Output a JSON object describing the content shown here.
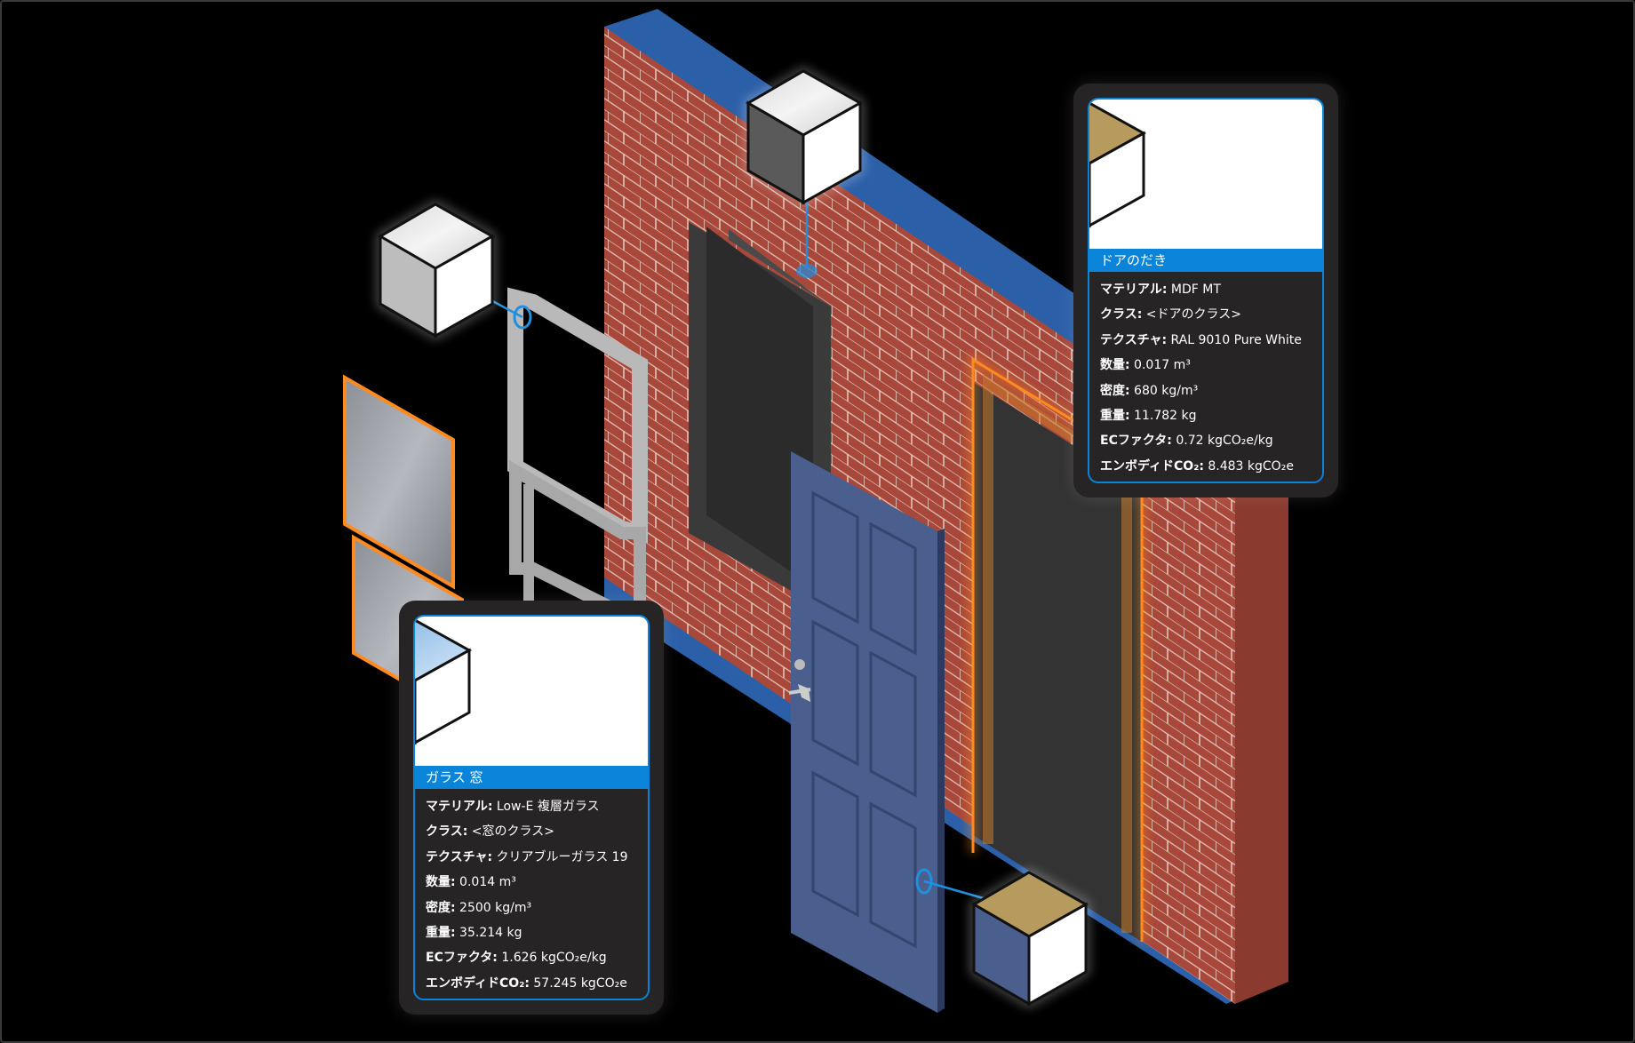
{
  "colors": {
    "background": "#000000",
    "accent": "#0a84d8",
    "card_bg": "#262424",
    "brick": "#a8483a",
    "door": "#4a5f8e",
    "highlight": "#ff8a1f"
  },
  "cards": {
    "door_frame": {
      "title": "ドアのだき",
      "icon": "material-cube-icon",
      "rows": [
        {
          "key": "マテリアル:",
          "value": " MDF MT"
        },
        {
          "key": "クラス:",
          "value": " <ドアのクラス>"
        },
        {
          "key": "テクスチャ:",
          "value": " RAL 9010 Pure White"
        },
        {
          "key": "数量:",
          "value": " 0.017 m³"
        },
        {
          "key": "密度:",
          "value": " 680 kg/m³"
        },
        {
          "key": "重量:",
          "value": " 11.782 kg"
        },
        {
          "key": "ECファクタ:",
          "value": " 0.72 kgCO₂e/kg"
        },
        {
          "key": "エンボディドCO₂:",
          "value": " 8.483 kgCO₂e"
        }
      ]
    },
    "window_glass": {
      "title": "ガラス 窓",
      "icon": "glass-cube-icon",
      "rows": [
        {
          "key": "マテリアル:",
          "value": " Low-E 複層ガラス"
        },
        {
          "key": "クラス:",
          "value": " <窓のクラス>"
        },
        {
          "key": "テクスチャ:",
          "value": " クリアブルーガラス 19"
        },
        {
          "key": "数量:",
          "value": " 0.014 m³"
        },
        {
          "key": "密度:",
          "value": " 2500 kg/m³"
        },
        {
          "key": "重量:",
          "value": " 35.214 kg"
        },
        {
          "key": "ECファクタ:",
          "value": " 1.626 kgCO₂e/kg"
        },
        {
          "key": "エンボディドCO₂:",
          "value": " 57.245 kgCO₂e"
        }
      ]
    }
  },
  "callout_cubes": [
    {
      "name": "window-frame-material-cube-icon"
    },
    {
      "name": "wall-opening-material-cube-icon"
    },
    {
      "name": "door-material-cube-icon"
    }
  ]
}
